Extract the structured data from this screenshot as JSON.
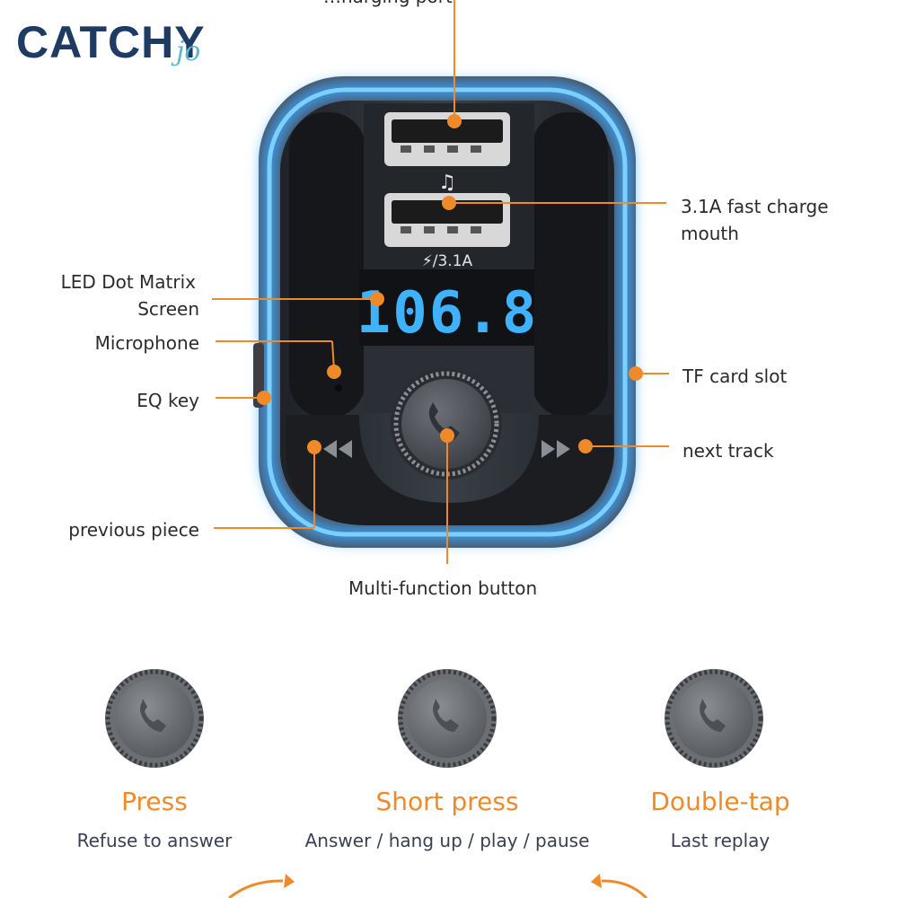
{
  "brand": {
    "logo_text": "CATCHY",
    "logo_script": "jo"
  },
  "device": {
    "display_frequency": "106.8",
    "usb_bottom_rating": "⚡/3.1A",
    "music_note": "♫"
  },
  "callouts": {
    "top_cut_off": "…harging port",
    "fast_charge": [
      "3.1A fast charge",
      "mouth"
    ],
    "led_screen": [
      "LED Dot Matrix",
      "Screen"
    ],
    "microphone": "Microphone",
    "eq_key": "EQ key",
    "tf_card": "TF card slot",
    "next_track": "next track",
    "previous_piece": "previous piece",
    "multi_function": "Multi-function button"
  },
  "actions": [
    {
      "title": "Press",
      "desc": "Refuse to answer"
    },
    {
      "title": "Short press",
      "desc": "Answer / hang up / play / pause"
    },
    {
      "title": "Double-tap",
      "desc": "Last replay"
    }
  ],
  "colors": {
    "accent_orange": "#ef8a2b",
    "glow_blue": "#3aa6ff",
    "device_body": "#2e3138",
    "logo_navy": "#1d3b63"
  }
}
